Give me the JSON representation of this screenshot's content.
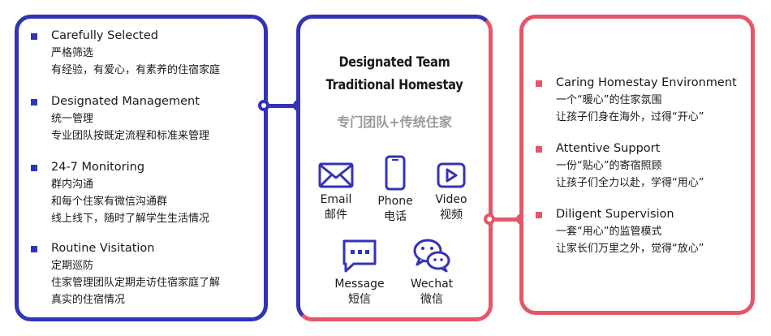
{
  "left": {
    "items": [
      {
        "title": "Carefully Selected",
        "lines": [
          "严格筛选",
          "有经验，有爱心，有素养的住宿家庭"
        ]
      },
      {
        "title": "Designated Management",
        "lines": [
          "统一管理",
          "专业团队按既定流程和标准来管理"
        ]
      },
      {
        "title": "24-7 Monitoring",
        "lines": [
          "群内沟通",
          "和每个住家有微信沟通群",
          "线上线下，随时了解学生生活情况"
        ]
      },
      {
        "title": "Routine Visitation",
        "lines": [
          "定期巡防",
          "住家管理团队定期走访住宿家庭了解",
          "真实的住宿情况"
        ]
      }
    ]
  },
  "center": {
    "title_line1": "Designated Team",
    "title_line2": "Traditional Homestay",
    "subtitle": "专门团队+传统住家",
    "contacts": [
      {
        "label": "Email",
        "cn": "邮件",
        "icon": "envelope-icon"
      },
      {
        "label": "Phone",
        "cn": "电话",
        "icon": "phone-icon"
      },
      {
        "label": "Video",
        "cn": "视频",
        "icon": "video-icon"
      },
      {
        "label": "Message",
        "cn": "短信",
        "icon": "message-icon"
      },
      {
        "label": "Wechat",
        "cn": "微信",
        "icon": "wechat-icon"
      }
    ]
  },
  "right": {
    "items": [
      {
        "title": "Caring Homestay Environment",
        "lines": [
          "一个“暖心”的住家氛围",
          "让孩子们身在海外，过得“开心”"
        ]
      },
      {
        "title": "Attentive Support",
        "lines": [
          "一份“贴心”的寄宿照顾",
          "让孩子们全力以赴，学得“用心”"
        ]
      },
      {
        "title": "Diligent Supervision",
        "lines": [
          "一套“用心”的监管模式",
          "让家长们万里之外，觉得“放心”"
        ]
      }
    ]
  },
  "colors": {
    "blue": "#3333b8",
    "red": "#e5566a",
    "gray": "#9a9a9a"
  }
}
